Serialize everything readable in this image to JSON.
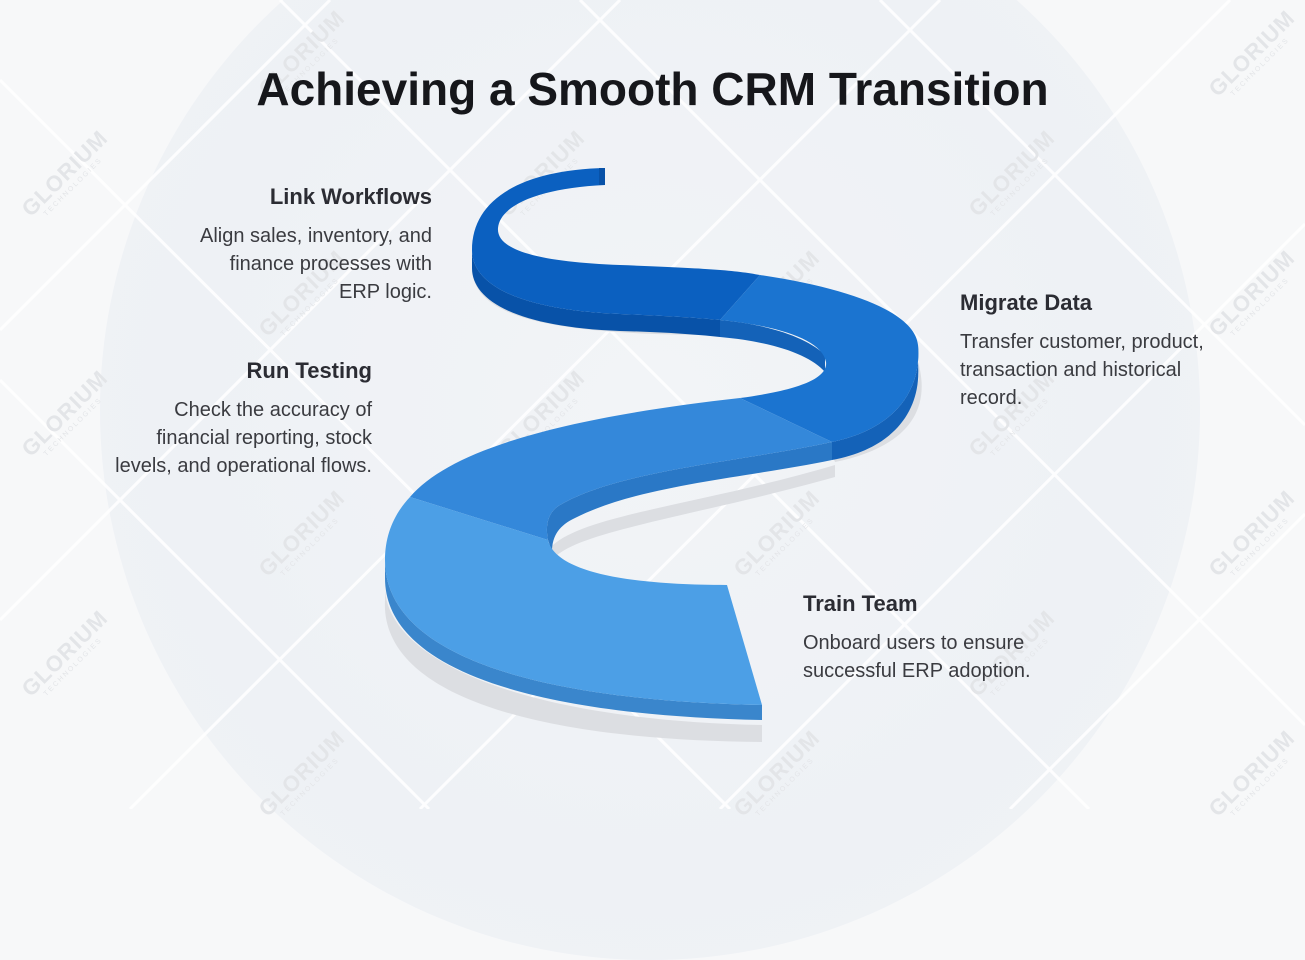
{
  "title": "Achieving a Smooth CRM Transition",
  "steps": [
    {
      "id": "link-workflows",
      "heading": "Link Workflows",
      "description": "Align sales, inventory, and finance processes with ERP logic.",
      "segment_color": "#0b60c0"
    },
    {
      "id": "migrate-data",
      "heading": "Migrate Data",
      "description": "Transfer customer, product, transaction and historical record.",
      "segment_color": "#1b74d0"
    },
    {
      "id": "run-testing",
      "heading": "Run Testing",
      "description": "Check the accuracy of financial reporting, stock levels, and operational flows.",
      "segment_color": "#3488da"
    },
    {
      "id": "train-team",
      "heading": "Train Team",
      "description": "Onboard users to ensure successful ERP adoption.",
      "segment_color": "#4c9fe6"
    }
  ],
  "link_lines": [
    "Align sales, inventory, and",
    "finance processes with",
    "ERP logic."
  ],
  "migrate_lines": [
    "Transfer customer, product,",
    "transaction and historical",
    "record."
  ],
  "testing_lines": [
    "Check the accuracy of",
    "financial reporting, stock",
    "levels, and operational flows."
  ],
  "train_lines": [
    "Onboard users to ensure",
    "successful ERP adoption."
  ],
  "watermark": {
    "brand": "GLORIUM",
    "sub": "TECHNOLOGIES"
  },
  "colors": {
    "background": "#f7f8f9",
    "title": "#16171b",
    "text": "#3a3b40",
    "seg1_top": "#0b60c0",
    "seg1_side": "#0852a8",
    "seg2_top": "#1b74d0",
    "seg2_side": "#1462b8",
    "seg3_top": "#3488da",
    "seg3_side": "#2a78c6",
    "seg4_top": "#4c9fe6",
    "seg4_side": "#3a86cc",
    "shadow": "#dcdee2"
  }
}
